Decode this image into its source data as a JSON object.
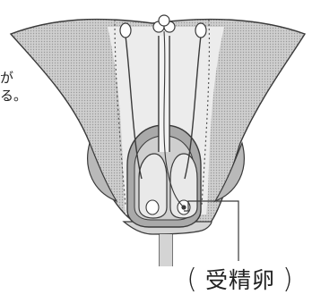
{
  "diagram": {
    "fragments": [
      "が",
      "る。"
    ],
    "answer": {
      "open": "(",
      "text": "受精卵",
      "close": ")"
    },
    "colors": {
      "outline": "#3a3a3a",
      "petal_fill": "#c9c9c9",
      "ovary_fill": "#a9a9a9",
      "inner_fill": "#e9e9e9",
      "background": "#ffffff"
    }
  }
}
